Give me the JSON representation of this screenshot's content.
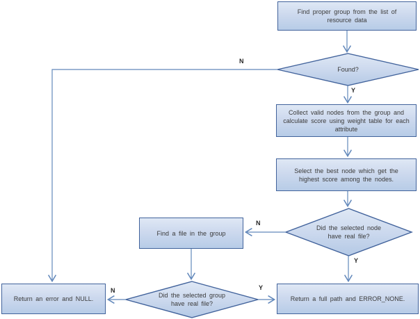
{
  "diagram_title": "Flowchart: find proper group and return file path",
  "colors": {
    "node_border": "#41629b",
    "node_fill_top": "#dfe8f5",
    "node_fill_bottom": "#b7cce7",
    "connector": "#6288bb",
    "text": "#3a3a3a"
  },
  "nodes": {
    "find_group": {
      "type": "process",
      "label": "Find proper group from the list of resource data"
    },
    "found": {
      "type": "decision",
      "label": "Found?"
    },
    "collect": {
      "type": "process",
      "label": "Collect valid nodes from the group and calculate score using weight table for each attribute"
    },
    "select_best": {
      "type": "process",
      "label": "Select the best node which get the highest score among the nodes."
    },
    "node_has_file": {
      "type": "decision",
      "label": "Did the selected node have real file?"
    },
    "find_file": {
      "type": "process",
      "label": "Find a file in the group"
    },
    "group_has_file": {
      "type": "decision",
      "label": "Did the selected group have real file?"
    },
    "return_error": {
      "type": "process",
      "label": "Return an error and NULL."
    },
    "return_path": {
      "type": "process",
      "label": "Return a full path and ERROR_NONE."
    }
  },
  "branch_labels": {
    "found_no": "N",
    "found_yes": "Y",
    "node_no": "N",
    "node_yes": "Y",
    "group_no": "N",
    "group_yes": "Y"
  },
  "edges": [
    {
      "from": "find_group",
      "to": "found",
      "label": ""
    },
    {
      "from": "found",
      "to": "return_error",
      "label": "N"
    },
    {
      "from": "found",
      "to": "collect",
      "label": "Y"
    },
    {
      "from": "collect",
      "to": "select_best",
      "label": ""
    },
    {
      "from": "select_best",
      "to": "node_has_file",
      "label": ""
    },
    {
      "from": "node_has_file",
      "to": "find_file",
      "label": "N"
    },
    {
      "from": "node_has_file",
      "to": "return_path",
      "label": "Y"
    },
    {
      "from": "find_file",
      "to": "group_has_file",
      "label": ""
    },
    {
      "from": "group_has_file",
      "to": "return_error",
      "label": "N"
    },
    {
      "from": "group_has_file",
      "to": "return_path",
      "label": "Y"
    }
  ]
}
